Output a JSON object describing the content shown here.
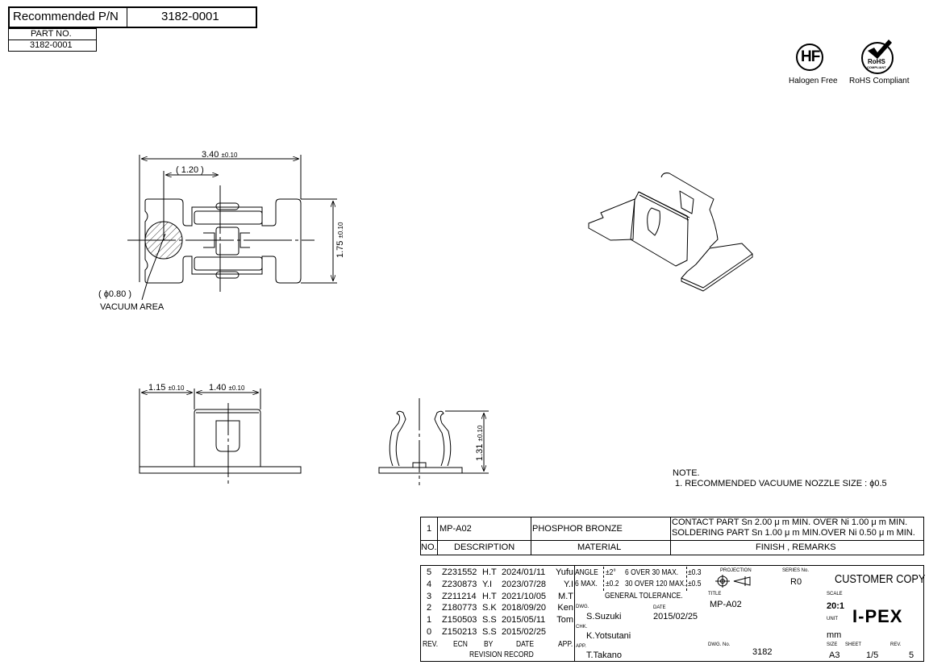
{
  "header": {
    "recommended_label": "Recommended P/N",
    "recommended_value": "3182-0001",
    "part_no_label": "PART NO.",
    "part_no_value": "3182-0001"
  },
  "badges": [
    {
      "icon": "halogen-free-icon",
      "symbol": "HF",
      "label": "Halogen Free"
    },
    {
      "icon": "rohs-icon",
      "symbol": "RoHS",
      "sub": "COMPLIANT",
      "label": "RoHS Compliant"
    }
  ],
  "dimensions": {
    "width": "3.40",
    "width_tol": "±0.10",
    "offset": "( 1.20 )",
    "height": "1.75",
    "height_tol": "±0.10",
    "vacuum_dia": "( ϕ0.80 )",
    "vacuum_label": "VACUUM AREA",
    "front_a": "1.15",
    "front_a_tol": "±0.10",
    "front_b": "1.40",
    "front_b_tol": "±0.10",
    "side_h": "1.31",
    "side_h_tol": "±0.10"
  },
  "note": {
    "title": "NOTE.",
    "items": [
      "1. RECOMMENDED VACUUME NOZZLE SIZE : ϕ0.5"
    ]
  },
  "material_table": {
    "row": {
      "no": "1",
      "description": "MP-A02",
      "material": "PHOSPHOR BRONZE",
      "finish": [
        "CONTACT PART Sn 2.00 μ m MIN. OVER Ni 1.00 μ m MIN.",
        "SOLDERING PART Sn 1.00 μ m MIN.OVER Ni 0.50 μ m MIN."
      ]
    },
    "headers": {
      "no": "NO.",
      "description": "DESCRIPTION",
      "material": "MATERIAL",
      "finish": "FINISH , REMARKS"
    }
  },
  "revision_record": {
    "rows": [
      {
        "rev": "5",
        "ecn": "Z231552",
        "by": "H.T",
        "date": "2024/01/11",
        "app": "Yufu"
      },
      {
        "rev": "4",
        "ecn": "Z230873",
        "by": "Y.I",
        "date": "2023/07/28",
        "app": "Y.I"
      },
      {
        "rev": "3",
        "ecn": "Z211214",
        "by": "H.T",
        "date": "2021/10/05",
        "app": "M.T"
      },
      {
        "rev": "2",
        "ecn": "Z180773",
        "by": "S.K",
        "date": "2018/09/20",
        "app": "Ken"
      },
      {
        "rev": "1",
        "ecn": "Z150503",
        "by": "S.S",
        "date": "2015/05/11",
        "app": "Tom"
      },
      {
        "rev": "0",
        "ecn": "Z150213",
        "by": "S.S",
        "date": "2015/02/25",
        "app": ""
      }
    ],
    "headers": {
      "rev": "REV.",
      "ecn": "ECN",
      "by": "BY",
      "date": "DATE",
      "app": "APP."
    },
    "caption": "REVISION RECORD"
  },
  "tolerance": {
    "angle": "ANGLE",
    "angle_tol": "±2°",
    "max6": "6 MAX.",
    "max6_tol": "±0.2",
    "over30": "6 OVER 30 MAX.",
    "over30_tol": "±0.3",
    "over120": "30 OVER 120 MAX.",
    "over120_tol": "±0.5",
    "caption": "GENERAL TOLERANCE."
  },
  "title_block": {
    "dwg_label": "DWG.",
    "dwg": "S.Suzuki",
    "date_label": "DATE",
    "date": "2015/02/25",
    "chk_label": "CHK.",
    "chk": "K.Yotsutani",
    "app_label": "APP.",
    "app": "T.Takano",
    "projection_label": "PROJECTION",
    "series_label": "SERIES No.",
    "series": "R0",
    "title_label": "TITLE",
    "title": "MP-A02",
    "dwg_no_label": "DWG. No.",
    "dwg_no": "3182",
    "customer_copy": "CUSTOMER COPY",
    "scale_label": "SCALE",
    "scale": "20:1",
    "unit_label": "UNIT",
    "unit": "mm",
    "size_label": "SIZE",
    "size": "A3",
    "sheet_label": "SHEET",
    "sheet": "1/5",
    "rev_label": "REV.",
    "rev": "5",
    "brand": "I-PEX"
  }
}
